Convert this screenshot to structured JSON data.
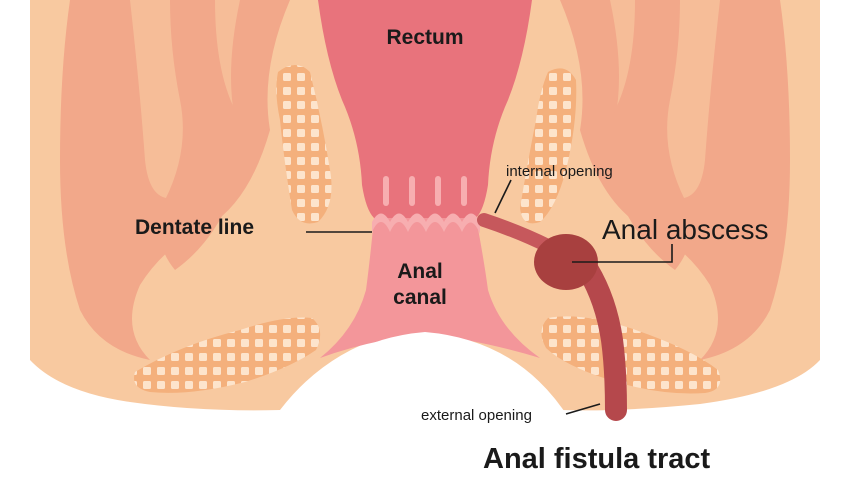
{
  "labels": {
    "rectum": "Rectum",
    "dentate_line": "Dentate line",
    "anal_canal_line1": "Anal",
    "anal_canal_line2": "canal",
    "internal_opening": "internal opening",
    "anal_abscess": "Anal abscess",
    "external_opening": "external opening",
    "anal_fistula_tract": "Anal fistula tract"
  },
  "colors": {
    "background_tissue": "#f8c9a0",
    "gluteal_muscle": "#f2a88a",
    "gluteal_muscle_inner": "#f6bd98",
    "rectum": "#e8737c",
    "anal_canal": "#f3969a",
    "sphincter_mesh": "#f4b07c",
    "fistula_tract": "#b5484c",
    "abscess": "#a8403f",
    "label_text": "#1a1a1a"
  }
}
